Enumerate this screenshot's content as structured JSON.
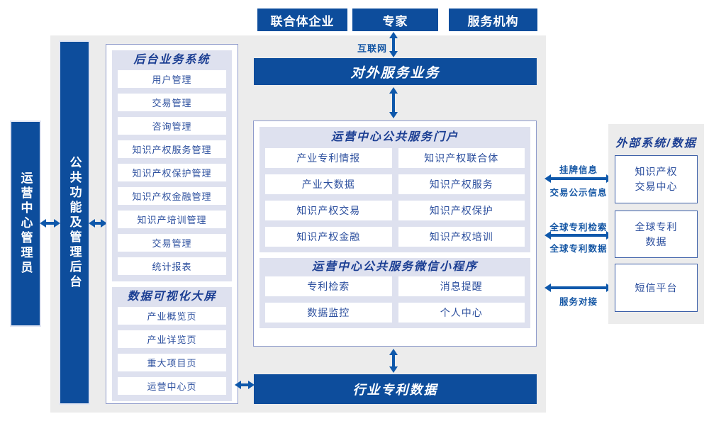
{
  "top_actors": {
    "union": "联合体企业",
    "expert": "专家",
    "agency": "服务机构"
  },
  "internet_label": "互联网",
  "external_service_bar": "对外服务业务",
  "bottom_bar": "行业专利数据",
  "left": {
    "admin_box": "运营中心管理员",
    "backend_bar": "公共功能及管理后台",
    "backend_system": {
      "title": "后台业务系统",
      "items": [
        "用户管理",
        "交易管理",
        "咨询管理",
        "知识产权服务管理",
        "知识产权保护管理",
        "知识产权金融管理",
        "知识产培训管理",
        "交易管理",
        "统计报表"
      ]
    },
    "dashboard": {
      "title": "数据可视化大屏",
      "items": [
        "产业概览页",
        "产业详览页",
        "重大项目页",
        "运营中心页"
      ]
    }
  },
  "center": {
    "portal": {
      "title": "运营中心公共服务门户",
      "items": [
        "产业专利情报",
        "知识产权联合体",
        "产业大数据",
        "知识产权服务",
        "知识产权交易",
        "知识产权保护",
        "知识产权金融",
        "知识产权培训"
      ]
    },
    "mini": {
      "title": "运营中心公共服务微信小程序",
      "items": [
        "专利检索",
        "消息提醒",
        "数据监控",
        "个人中心"
      ]
    }
  },
  "right": {
    "title": "外部系统/数据",
    "systems": [
      "知识产权\n交易中心",
      "全球专利\n数据",
      "短信平台"
    ],
    "links": [
      {
        "top": "挂牌信息",
        "bottom": "交易公示信息"
      },
      {
        "top": "全球专利检索",
        "bottom": "全球专利数据"
      },
      {
        "top": "",
        "bottom": "服务对接"
      }
    ]
  },
  "colors": {
    "primary_blue": "#0d4d9c",
    "arrow_blue": "#0e58ab",
    "header_navy": "#1b3e93",
    "item_text": "#2c4f9e",
    "group_bg": "#dee1ef",
    "zone_bg": "#ececec"
  }
}
